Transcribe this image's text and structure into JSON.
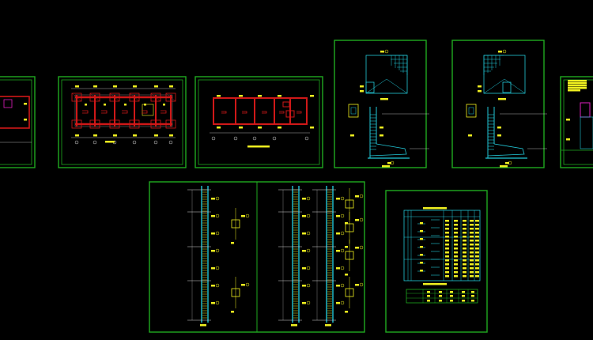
{
  "canvas": {
    "background": "#000000",
    "colors": {
      "frame": "#1faa1f",
      "beam": "#d01818",
      "rebar": "#22c8d8",
      "annotation": "#f0f020",
      "dimension": "#d8d8d8",
      "highlight": "#e020c0"
    }
  },
  "sheets": [
    {
      "kind": "foundation-plan-partial"
    },
    {
      "kind": "foundation-plan"
    },
    {
      "kind": "ground-beam-plan"
    },
    {
      "kind": "footing-detail-a"
    },
    {
      "kind": "footing-detail-b"
    },
    {
      "kind": "wall-section-partial"
    },
    {
      "kind": "column-elevations"
    },
    {
      "kind": "rebar-schedule"
    }
  ]
}
